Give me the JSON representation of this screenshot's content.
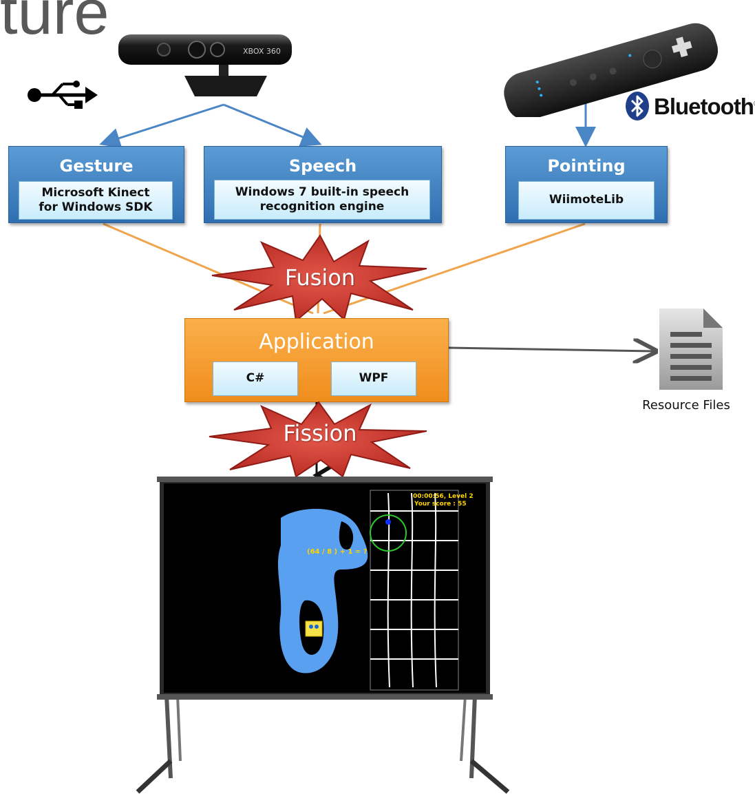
{
  "slide": {
    "title_fragment": "ture"
  },
  "devices": {
    "kinect": {
      "name": "kinect-sensor",
      "brand_text": "XBOX 360"
    },
    "usb_icon": "usb-icon",
    "wiimote": {
      "name": "wii-remote"
    },
    "bluetooth": {
      "label": "Bluetooth",
      "mark": "®"
    }
  },
  "modalities": [
    {
      "title": "Gesture",
      "lines": [
        "Microsoft Kinect",
        "for Windows SDK"
      ]
    },
    {
      "title": "Speech",
      "lines": [
        "Windows 7 built-in speech",
        "recognition engine"
      ]
    },
    {
      "title": "Pointing",
      "lines": [
        "WiimoteLib"
      ]
    }
  ],
  "fusion": {
    "label": "Fusion"
  },
  "application": {
    "title": "Application",
    "items": [
      "C#",
      "WPF"
    ]
  },
  "fission": {
    "label": "Fission"
  },
  "resource_files": {
    "label": "Resource Files",
    "icon": "document-icon"
  },
  "game_screen": {
    "timer": "00:00:56, Level 2",
    "score": "Your score : 55",
    "equation": "(64 / 8 ) + 1 = ?"
  },
  "colors": {
    "blue_box": "#2f6fb1",
    "orange_box": "#f08d1d",
    "star_red": "#c9332b",
    "arrow_blue": "#4a86c5",
    "arrow_orange": "#f0a44c",
    "shape_blue": "#5aa0f0"
  }
}
